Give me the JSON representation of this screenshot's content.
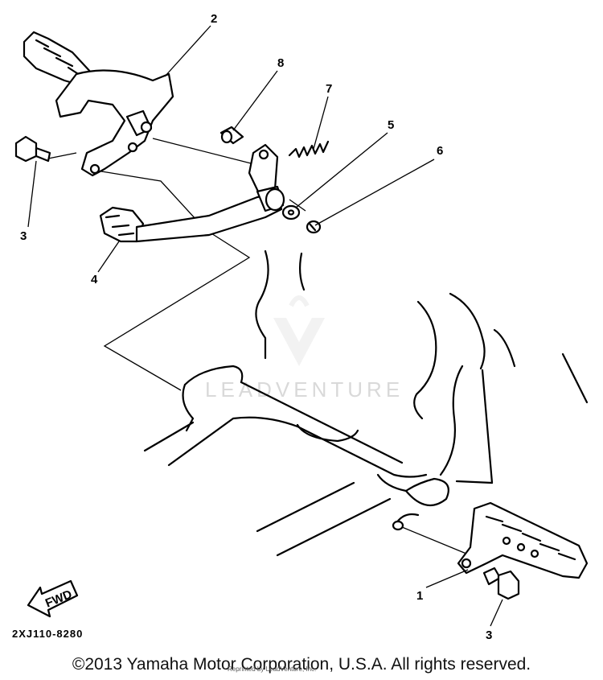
{
  "diagram": {
    "callouts": [
      {
        "id": "c1",
        "label": "1"
      },
      {
        "id": "c2",
        "label": "2"
      },
      {
        "id": "c3a",
        "label": "3"
      },
      {
        "id": "c3b",
        "label": "3"
      },
      {
        "id": "c4",
        "label": "4"
      },
      {
        "id": "c5",
        "label": "5"
      },
      {
        "id": "c6",
        "label": "6"
      },
      {
        "id": "c7",
        "label": "7"
      },
      {
        "id": "c8",
        "label": "8"
      }
    ],
    "fwd_label": "FWD",
    "part_code": "2XJ110-8280",
    "watermark": "LEADVENTURE"
  },
  "footer": {
    "copyright": "©2013 Yamaha Motor Corporation, U.S.A. All rights reserved.",
    "reprint": "Reprinted by LeadVenture, Inc."
  }
}
